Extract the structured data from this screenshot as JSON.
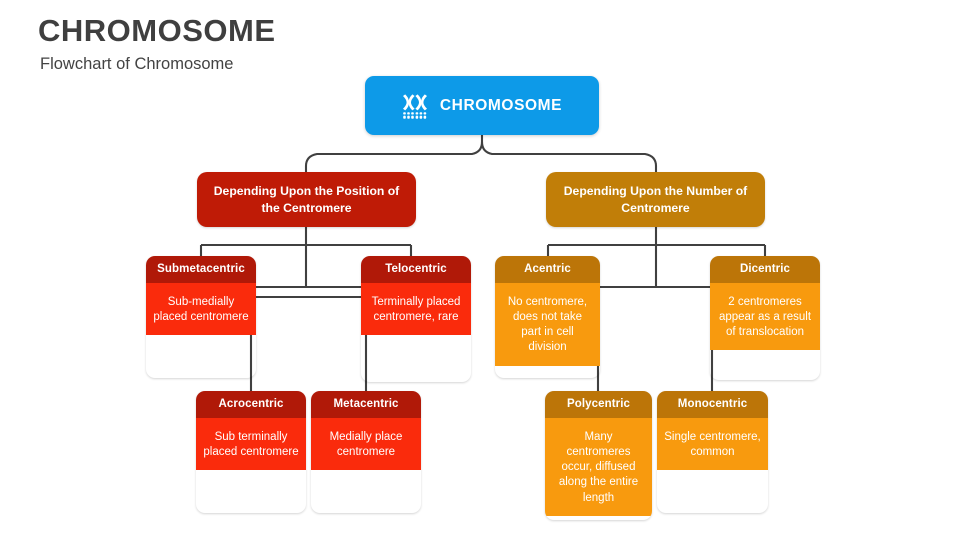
{
  "header": {
    "title": "CHROMOSOME",
    "subtitle": "Flowchart of Chromosome"
  },
  "colors": {
    "root": "#0d9ae8",
    "branch_left": "#bf1b06",
    "branch_right": "#c17e08",
    "leaf_left_header": "#b01908",
    "leaf_left_body": "#fa2b0c",
    "leaf_right_header": "#bc7508",
    "leaf_right_body": "#f89a0e",
    "connector": "#404040",
    "title_text": "#3f3f3f"
  },
  "flowchart": {
    "root": {
      "label": "CHROMOSOME",
      "icon": "chromosome-icon"
    },
    "branches": [
      {
        "id": "position",
        "label": "Depending Upon the Position of the Centromere",
        "children": [
          {
            "id": "submetacentric",
            "title": "Submetacentric",
            "text": "Sub-medially placed centromere"
          },
          {
            "id": "telocentric",
            "title": "Telocentric",
            "text": "Terminally placed centromere, rare"
          },
          {
            "id": "acrocentric",
            "title": "Acrocentric",
            "text": "Sub terminally placed centromere"
          },
          {
            "id": "metacentric",
            "title": "Metacentric",
            "text": "Medially place centromere"
          }
        ]
      },
      {
        "id": "number",
        "label": "Depending Upon the Number of Centromere",
        "children": [
          {
            "id": "acentric",
            "title": "Acentric",
            "text": "No centromere, does not take part in cell division"
          },
          {
            "id": "dicentric",
            "title": "Dicentric",
            "text": "2 centromeres appear as a result of translocation"
          },
          {
            "id": "polycentric",
            "title": "Polycentric",
            "text": "Many centromeres occur, diffused along the entire length"
          },
          {
            "id": "monocentric",
            "title": "Monocentric",
            "text": "Single centromere, common"
          }
        ]
      }
    ]
  }
}
